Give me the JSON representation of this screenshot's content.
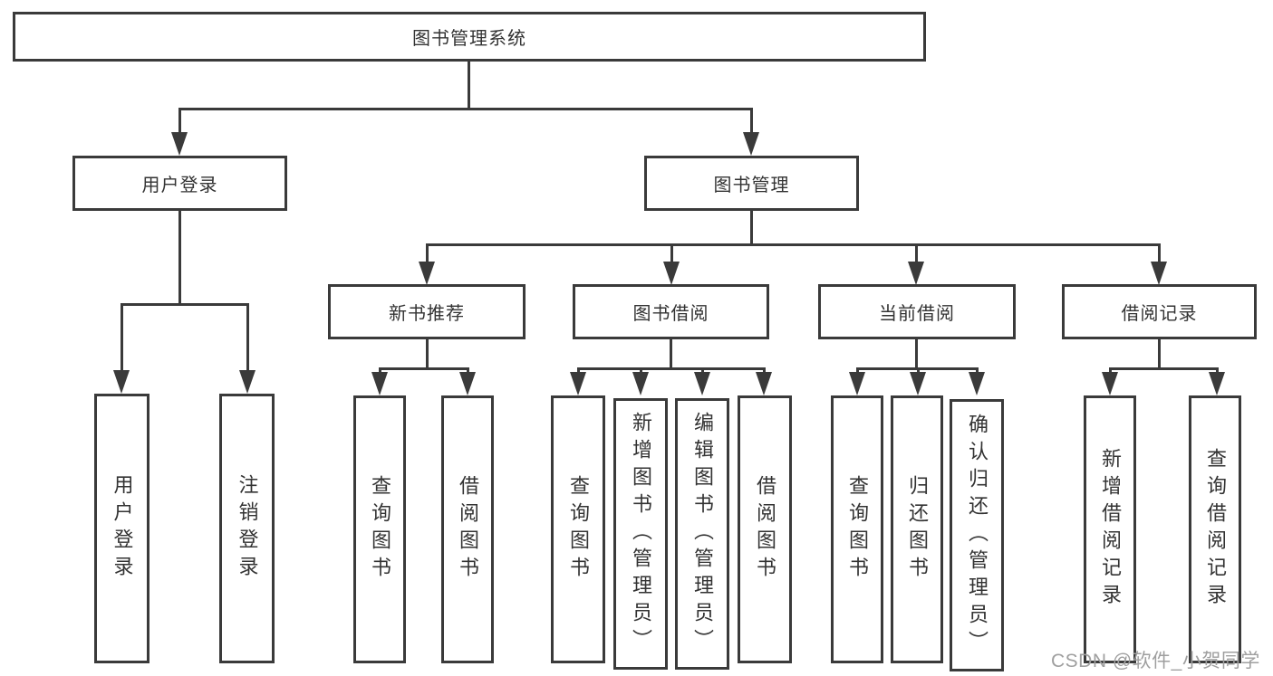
{
  "colors": {
    "background": "#ffffff",
    "line_and_border": "#3a3a3a",
    "text": "#333333",
    "watermark": "#9f9f9f"
  },
  "tree": {
    "label": "图书管理系统",
    "children": [
      {
        "label": "用户登录",
        "children": [
          {
            "label": "用户登录"
          },
          {
            "label": "注销登录"
          }
        ]
      },
      {
        "label": "图书管理",
        "children": [
          {
            "label": "新书推荐",
            "children": [
              {
                "label": "查询图书"
              },
              {
                "label": "借阅图书"
              }
            ]
          },
          {
            "label": "图书借阅",
            "children": [
              {
                "label": "查询图书"
              },
              {
                "label": "新增图书（管理员）"
              },
              {
                "label": "编辑图书（管理员）"
              },
              {
                "label": "借阅图书"
              }
            ]
          },
          {
            "label": "当前借阅",
            "children": [
              {
                "label": "查询图书"
              },
              {
                "label": "归还图书"
              },
              {
                "label": "确认归还（管理员）"
              }
            ]
          },
          {
            "label": "借阅记录",
            "children": [
              {
                "label": "新增借阅记录"
              },
              {
                "label": "查询借阅记录"
              }
            ]
          }
        ]
      }
    ]
  },
  "watermark": {
    "text": "CSDN @软件_小贺同学"
  }
}
